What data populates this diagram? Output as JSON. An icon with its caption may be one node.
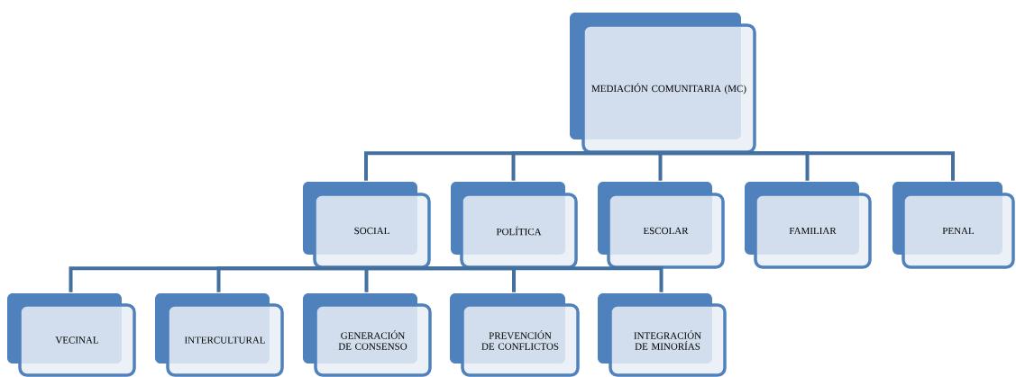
{
  "diagram": {
    "nodes": [
      {
        "text": [
          "MEDIACIÓN COMUNITARIA (MC)"
        ]
      },
      {
        "text": [
          "SOCIAL"
        ]
      },
      {
        "text": [
          "POLÍTICA"
        ]
      },
      {
        "text": [
          "ESCOLAR"
        ]
      },
      {
        "text": [
          "FAMILIAR"
        ]
      },
      {
        "text": [
          "PENAL"
        ]
      },
      {
        "text": [
          "VECINAL"
        ]
      },
      {
        "text": [
          "INTERCULTURAL"
        ]
      },
      {
        "text": [
          "GENERACIÓN DE CONSENSO"
        ]
      },
      {
        "text": [
          "PREVENCIÓN DE CONFLICTOS"
        ]
      },
      {
        "text": [
          "INTEGRACIÓN DE MINORÍAS"
        ]
      }
    ],
    "edges": [
      {
        "from": 0,
        "to": 1,
        "arrow": "none"
      },
      {
        "from": 0,
        "to": 2,
        "arrow": "none"
      },
      {
        "from": 0,
        "to": 3,
        "arrow": "none"
      },
      {
        "from": 0,
        "to": 4,
        "arrow": "none"
      },
      {
        "from": 0,
        "to": 5,
        "arrow": "none"
      },
      {
        "from": 1,
        "to": 6,
        "arrow": "none"
      },
      {
        "from": 1,
        "to": 7,
        "arrow": "none"
      },
      {
        "from": 1,
        "to": 8,
        "arrow": "none"
      },
      {
        "from": 1,
        "to": 9,
        "arrow": "none"
      },
      {
        "from": 1,
        "to": 10,
        "arrow": "none"
      }
    ]
  }
}
